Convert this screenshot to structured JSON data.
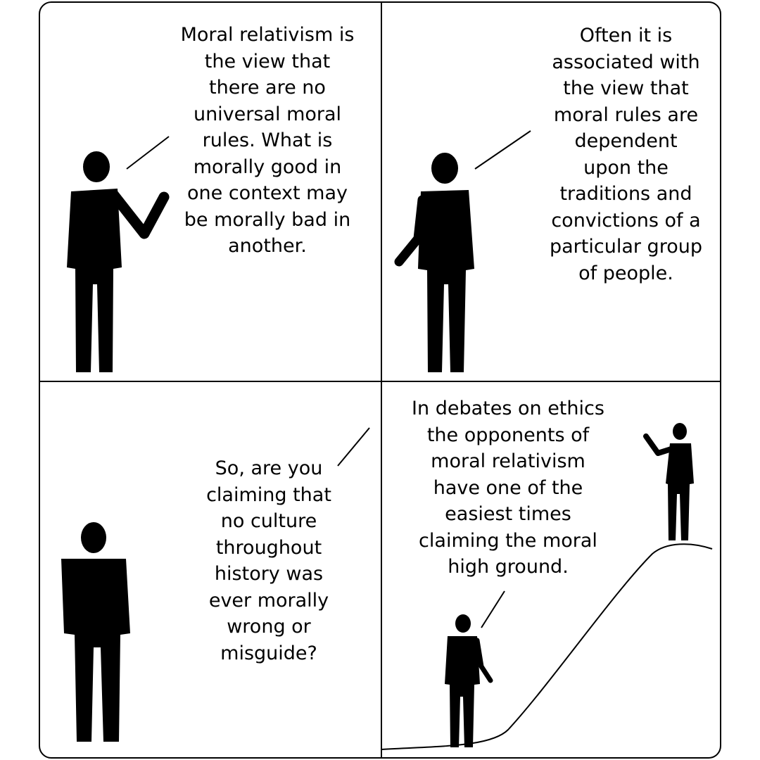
{
  "comic": {
    "panels": [
      {
        "speech": "Moral relativism is\nthe view that\nthere are no\nuniversal moral\nrules. What is\nmorally good in\none context may\nbe morally bad in\nanother."
      },
      {
        "speech": "Often it is\nassociated with\nthe view that\nmoral rules are\ndependent\nupon the\ntraditions and\nconvictions of a\nparticular group\nof people."
      },
      {
        "speech": "So, are you\nclaiming that\nno culture\nthroughout\nhistory was\never morally\nwrong or\nmisguide?"
      },
      {
        "speech": "In debates on ethics\nthe opponents of\nmoral relativism\nhave one of the\neasiest times\nclaiming the moral\nhigh ground."
      }
    ]
  }
}
